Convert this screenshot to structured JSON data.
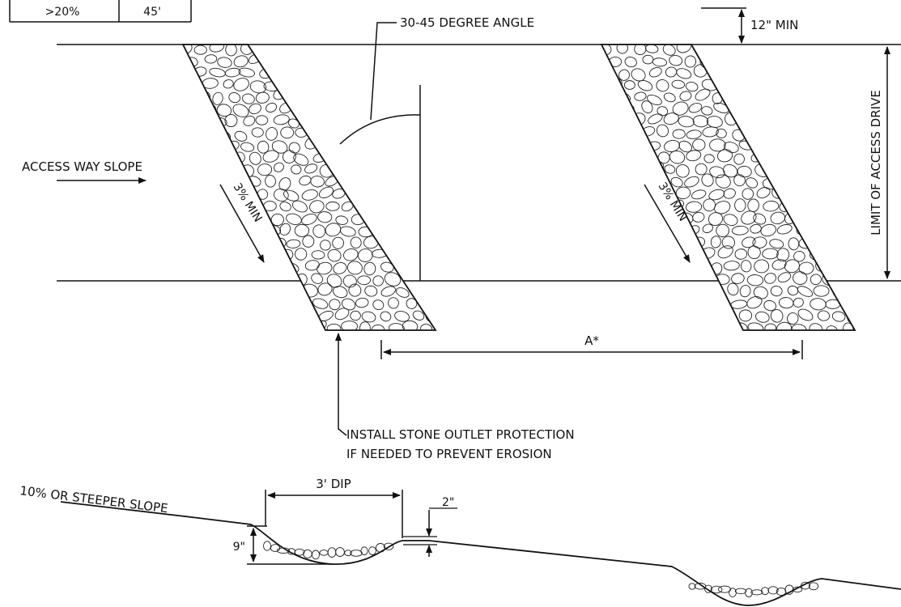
{
  "table": {
    "rows": [
      {
        "slope": ">20%",
        "spacing": "45'"
      }
    ]
  },
  "plan": {
    "angle_label": "30-45 DEGREE ANGLE",
    "clearance_label": "12\" MIN",
    "limit_label": "LIMIT OF ACCESS DRIVE",
    "slope_direction_label": "ACCESS WAY SLOPE",
    "cross_slope_label_left": "3% MIN",
    "cross_slope_label_right": "3% MIN",
    "spacing_label": "A*",
    "outlet_note_line1": "INSTALL STONE OUTLET PROTECTION",
    "outlet_note_line2": "IF NEEDED TO PREVENT EROSION"
  },
  "profile": {
    "slope_label": "10% OR STEEPER SLOPE",
    "dip_width_label": "3' DIP",
    "dip_depth_label": "9\"",
    "lip_height_label": "2\""
  },
  "colors": {
    "line": "#111111",
    "background": "#ffffff"
  }
}
